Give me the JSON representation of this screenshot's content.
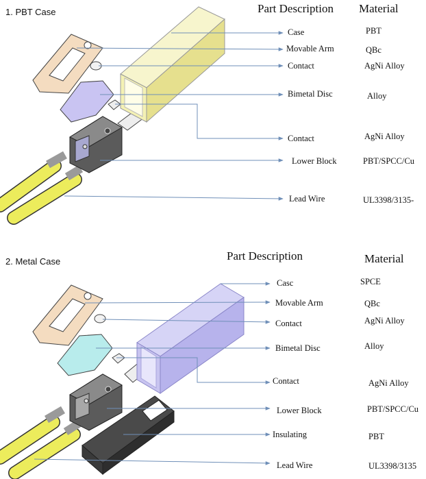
{
  "sections": [
    {
      "title": "1. PBT  Case",
      "header_part": "Part Description",
      "header_material": "Material",
      "rows": [
        {
          "part": "Case",
          "material": "PBT"
        },
        {
          "part": "Movable Arm",
          "material": "QBc"
        },
        {
          "part": "Contact",
          "material": "AgNi Alloy"
        },
        {
          "part": "Bimetal Disc",
          "material": "Alloy"
        },
        {
          "part": "Contact",
          "material": "AgNi Alloy"
        },
        {
          "part": "Lower Block",
          "material": "PBT/SPCC/Cu"
        },
        {
          "part": "Lead Wire",
          "material": "UL3398/3135-"
        }
      ]
    },
    {
      "title": "2. Metal  Case",
      "header_part": "Part Description",
      "header_material": "Material",
      "rows": [
        {
          "part": "Casc",
          "material": "SPCE"
        },
        {
          "part": "Movable Arm",
          "material": "QBc"
        },
        {
          "part": "Contact",
          "material": "AgNi Alloy"
        },
        {
          "part": "Bimetal Disc",
          "material": "Alloy"
        },
        {
          "part": "Contact",
          "material": "AgNi Alloy"
        },
        {
          "part": "Lower Block",
          "material": "PBT/SPCC/Cu"
        },
        {
          "part": "Insulating",
          "material": "PBT"
        },
        {
          "part": "Lead Wire",
          "material": "UL3398/3135"
        }
      ]
    }
  ],
  "colors": {
    "leader": "#6f8fb8",
    "case_pbt": "#f4f1b4",
    "case_metal": "#b7b3ec",
    "arm": "#f4dcc0",
    "disc_pbt": "#c9c4f2",
    "disc_metal": "#b8ecec",
    "block": "#5b5b5b",
    "wire": "#ecec5c",
    "insulator": "#4a4a4a"
  }
}
